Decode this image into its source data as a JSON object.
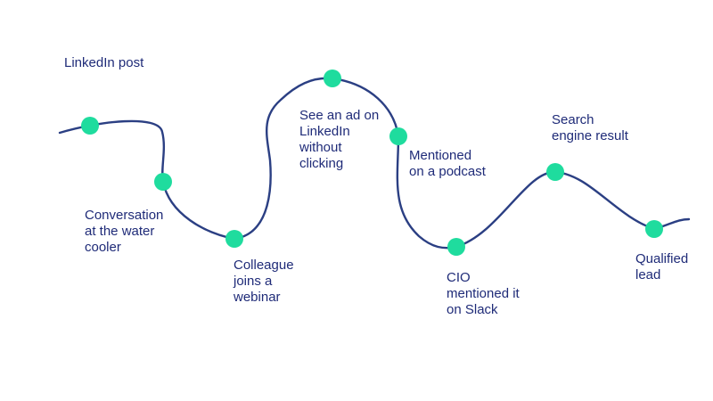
{
  "colors": {
    "line": "#2b3f83",
    "dot": "#1fdc9e",
    "text": "#1f2b78"
  },
  "touchpoints": [
    {
      "id": "linkedin-post",
      "label": "LinkedIn post"
    },
    {
      "id": "water-cooler",
      "label": "Conversation\nat the water\ncooler"
    },
    {
      "id": "webinar",
      "label": "Colleague\njoins a\nwebinar"
    },
    {
      "id": "linkedin-ad",
      "label": "See an ad on\nLinkedIn\nwithout\nclicking"
    },
    {
      "id": "podcast",
      "label": "Mentioned\non a podcast"
    },
    {
      "id": "slack",
      "label": "CIO\nmentioned it\non Slack"
    },
    {
      "id": "search",
      "label": "Search\nengine result"
    },
    {
      "id": "qualified-lead",
      "label": "Qualified\nlead"
    }
  ]
}
